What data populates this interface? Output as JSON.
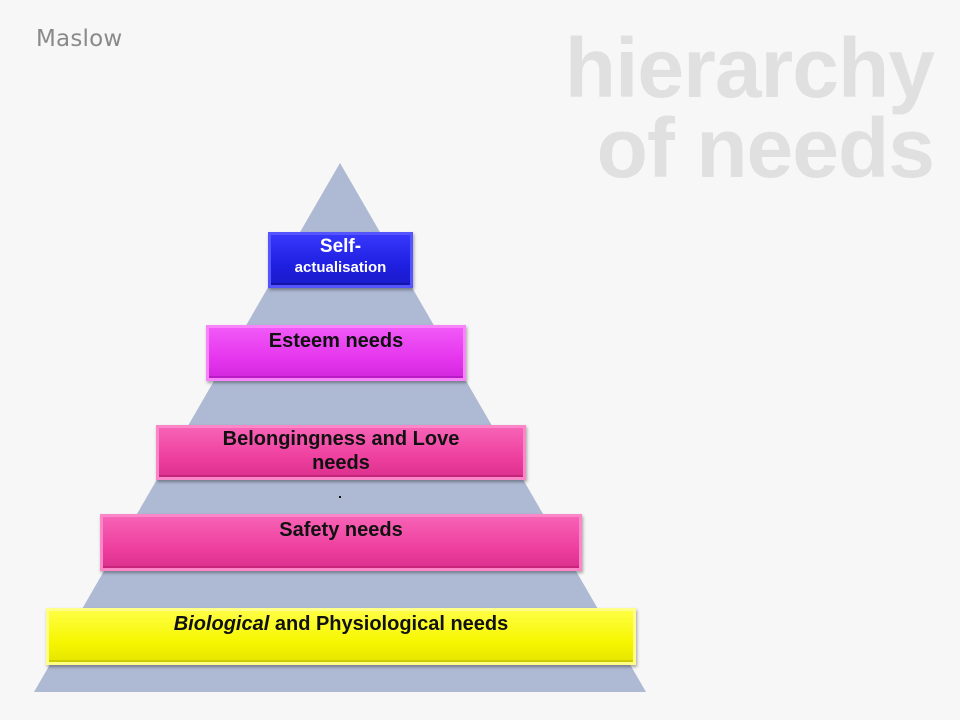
{
  "header": {
    "subtitle": "Maslow",
    "title_line1": "hierarchy",
    "title_line2": "of needs"
  },
  "pyramid": {
    "color": "#aeb9d3",
    "levels": [
      {
        "id": "self",
        "label_line1": "Self-",
        "label_line2": "actualisation",
        "color": "#2222e8"
      },
      {
        "id": "esteem",
        "label": "Esteem needs",
        "color": "#e63cf0"
      },
      {
        "id": "belonging",
        "label_line1": "Belongingness and Love",
        "label_line2": "needs",
        "color": "#ee419f"
      },
      {
        "id": "safety",
        "label": "Safety needs",
        "color": "#ee419f"
      },
      {
        "id": "biological",
        "label_italic": "Biological",
        "label_rest": " and Physiological needs",
        "color": "#f5f500"
      }
    ]
  }
}
